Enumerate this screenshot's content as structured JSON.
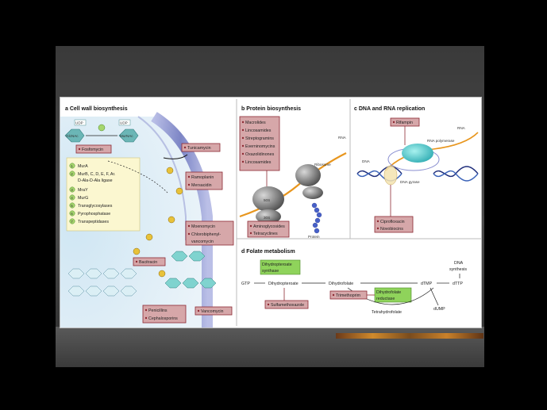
{
  "panels": {
    "a": {
      "title": "a  Cell wall biosynthesis",
      "inhibitors": [
        "Fosfomycin",
        "Tunicamycin",
        "Ramoplanin",
        "Mersacidin",
        "Moenomycin",
        "Chlorobiphenyl-",
        "vancomycin",
        "Bacitracin",
        "Penicillins",
        "Cephalosporins",
        "Vancomycin"
      ],
      "legend": [
        {
          "num": "1",
          "text": "MurA"
        },
        {
          "num": "2",
          "text": "MurB, C, D, E, F, Ar."
        },
        {
          "num": "",
          "text": "D-Ala-D-Ala ligase"
        },
        {
          "num": "3",
          "text": "MraY"
        },
        {
          "num": "4",
          "text": "MurG"
        },
        {
          "num": "5",
          "text": "Transglycosylases"
        },
        {
          "num": "6",
          "text": "Pyrophosphatase"
        },
        {
          "num": "7",
          "text": "Transpeptidases"
        }
      ],
      "udp1": "UDP",
      "udp2": "UDP",
      "glcnac": "GlcNAc",
      "murnac": "MurNAc"
    },
    "b": {
      "title": "b  Protein biosynthesis",
      "inhibitors_top": [
        "Macrolides",
        "Lincosamides",
        "Streptogramins",
        "Everninomycins",
        "Oxazolidinones",
        "Lincosamides"
      ],
      "inhibitors_bottom": [
        "Aminoglycosides",
        "Tetracyclines"
      ],
      "labels": {
        "rna": "RNA",
        "ribosome": "Ribosome",
        "s50": "50S",
        "s30": "30S",
        "protein": "Protein"
      }
    },
    "c": {
      "title": "c  DNA and RNA replication",
      "inhibitor_top": "Rifampin",
      "inhibitors_bottom": [
        "Ciprofloxacin",
        "Novobiocins"
      ],
      "labels": {
        "rna": "RNA",
        "rna_polymerase": "RNA polymerase",
        "dna": "DNA",
        "dna_gyrase": "DNA gyrase"
      }
    },
    "d": {
      "title": "d  Folate metabolism",
      "enzymes": {
        "dhps_line1": "Dihydropteroate",
        "dhps_line2": "synthase",
        "dhfr_line1": "Dihydrofolate",
        "dhfr_line2": "reductase"
      },
      "metabolites": {
        "gtp": "GTP",
        "dihydropteroate": "Dihydropteroate",
        "dihydrofolate": "Dihydrofolate",
        "dtmp": "dTMP",
        "dttp": "dTTP",
        "dna_synthesis_1": "DNA",
        "dna_synthesis_2": "synthesis",
        "tetrahydrofolate": "Tetrahydrofolate",
        "dump": "dUMP"
      },
      "inhibitors": [
        "Sulfamethoxazole",
        "Trimethoprim"
      ]
    }
  },
  "colors": {
    "inhibitor_fill": "#d6a7a9",
    "inhibitor_border": "#8d2a33",
    "enzyme_fill": "#8fd35b",
    "membrane": "#7f86c4",
    "rna": "#e8961e"
  }
}
